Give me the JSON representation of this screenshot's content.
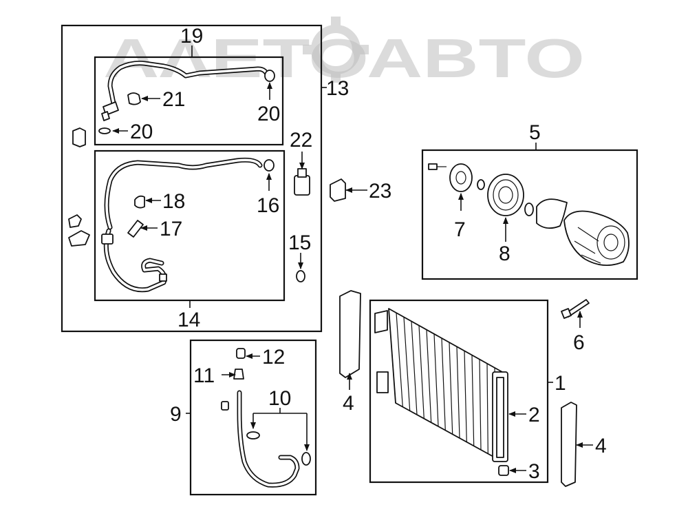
{
  "watermark": {
    "text": "ΑΛΕΤΟΑΒΤΟ"
  },
  "callouts": {
    "c1": "1",
    "c2": "2",
    "c3": "3",
    "c4a": "4",
    "c4b": "4",
    "c5": "5",
    "c6": "6",
    "c7": "7",
    "c8": "8",
    "c9": "9",
    "c10": "10",
    "c11": "11",
    "c12": "12",
    "c13": "13",
    "c14": "14",
    "c15": "15",
    "c16": "16",
    "c17": "17",
    "c18": "18",
    "c19": "19",
    "c20a": "20",
    "c20b": "20",
    "c21": "21",
    "c22": "22",
    "c23": "23"
  },
  "icons": [
    "gear-icon",
    "arrow-icon"
  ]
}
